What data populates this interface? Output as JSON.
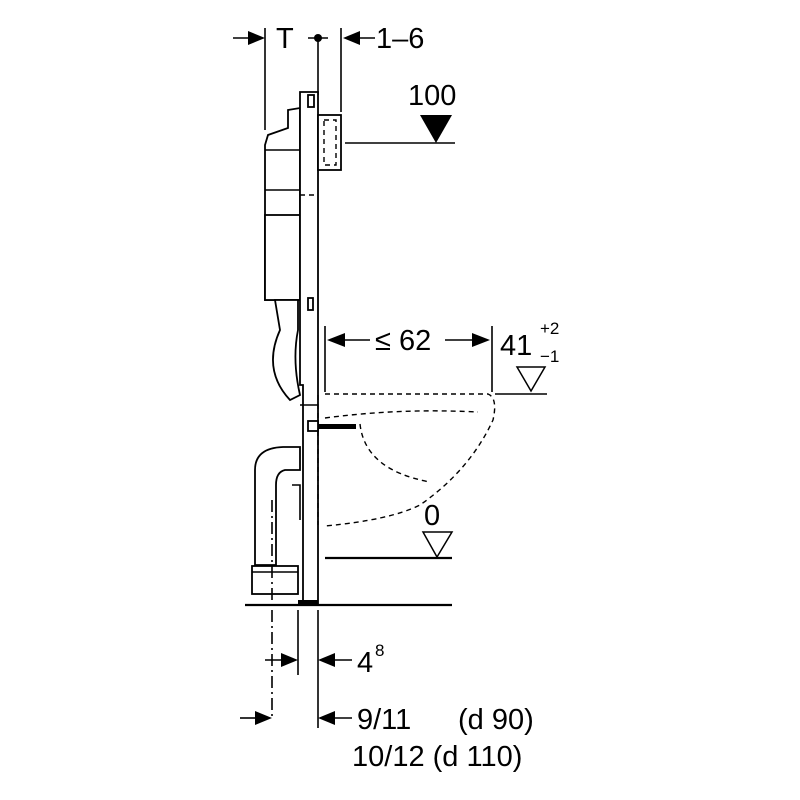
{
  "dimensions": {
    "depth_label": "T",
    "plate_offset": "1–6",
    "actuator_height": "100",
    "projection": "≤ 62",
    "seat_height": "41",
    "seat_height_tol_plus": "+2",
    "seat_height_tol_minus": "−1",
    "floor_level": "0",
    "frame_offset": "4",
    "frame_offset_sup": "8",
    "pipe_offset_1": "9/11",
    "pipe_dia_1": "(d 90)",
    "pipe_offset_2": "10/12 (d 110)"
  }
}
